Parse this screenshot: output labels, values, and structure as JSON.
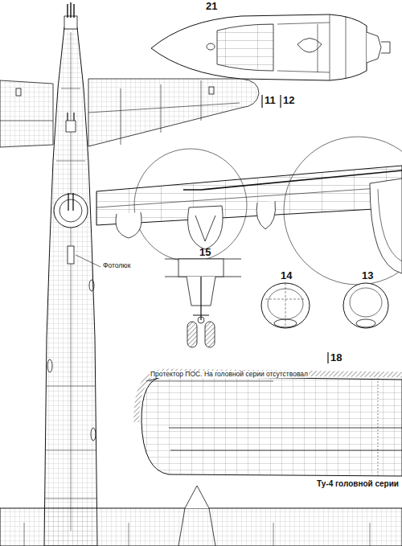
{
  "diagram": {
    "labels": [
      "21",
      "11",
      "12",
      "Фотолюк",
      "15",
      "14",
      "13",
      "18",
      "Протектор ПОС. На головной серии отсутствовал",
      "Ту-4 головной серии"
    ]
  }
}
